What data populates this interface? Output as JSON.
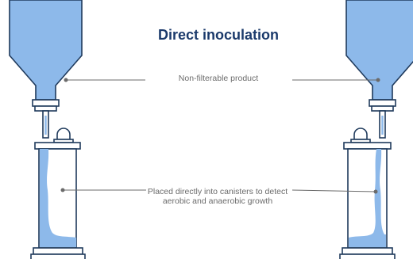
{
  "title": "Direct inoculation",
  "labels": {
    "product": "Non-filterable product",
    "canister": "Placed directly into canisters to detect aerobic and anaerobic growth"
  },
  "colors": {
    "title": "#1b3a6b",
    "outline": "#1f3a5c",
    "liquid": "#8db9ea",
    "callout_line": "#6b6b6b",
    "label_text": "#6b6b6b"
  }
}
